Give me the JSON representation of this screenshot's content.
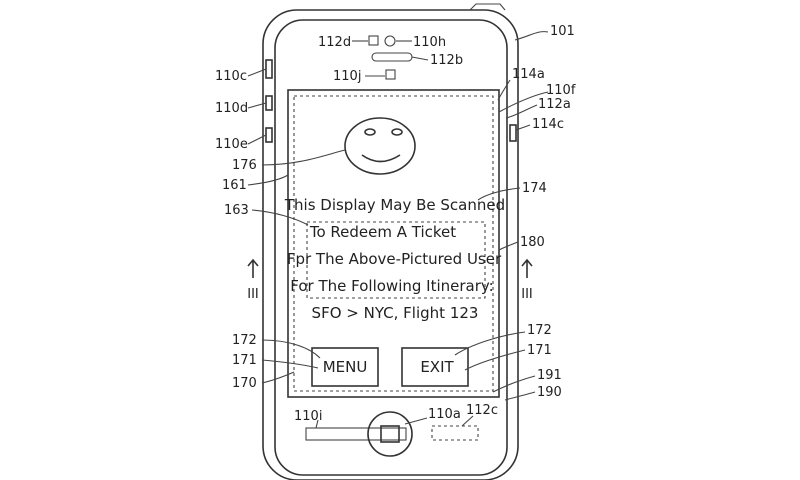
{
  "labels": {
    "r101": "101",
    "r112d": "112d",
    "r110h": "110h",
    "r112b": "112b",
    "r110j": "110j",
    "r110c": "110c",
    "r110d": "110d",
    "r110e": "110e",
    "r114a": "114a",
    "r110f": "110f",
    "r112a": "112a",
    "r114c": "114c",
    "r176": "176",
    "r161": "161",
    "r174": "174",
    "r163": "163",
    "r180": "180",
    "r172_left": "172",
    "r171_left": "171",
    "r170": "170",
    "r172_right": "172",
    "r171_right": "171",
    "r191": "191",
    "r190": "190",
    "r110i": "110i",
    "r110a": "110a",
    "r112c": "112c",
    "section_left": "III",
    "section_right": "III"
  },
  "display": {
    "line1": "This Display May Be Scanned",
    "line2": "To Redeem A Ticket",
    "line3": "Fpr The Above-Pictured User",
    "line4": "For The Following Itinerary:",
    "line5": "SFO > NYC, Flight 123"
  },
  "buttons": {
    "menu": "MENU",
    "exit": "EXIT"
  }
}
